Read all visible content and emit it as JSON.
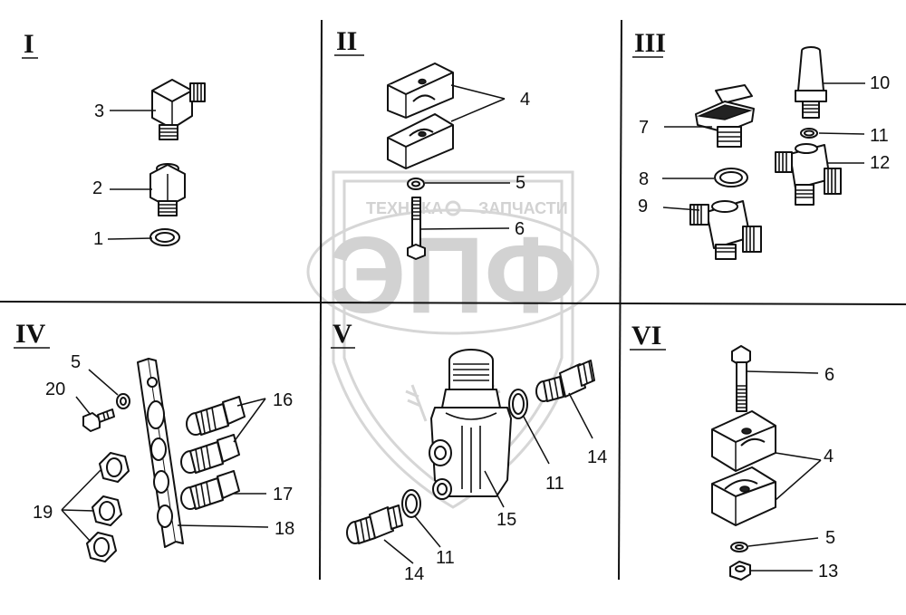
{
  "sections": [
    {
      "numeral": "I"
    },
    {
      "numeral": "II"
    },
    {
      "numeral": "III"
    },
    {
      "numeral": "IV"
    },
    {
      "numeral": "V"
    },
    {
      "numeral": "VI"
    }
  ],
  "callouts": {
    "s1": [
      "3",
      "2",
      "1"
    ],
    "s2": [
      "4",
      "5",
      "6"
    ],
    "s3": [
      "10",
      "7",
      "11",
      "12",
      "8",
      "9"
    ],
    "s4": [
      "5",
      "20",
      "16",
      "17",
      "19",
      "18"
    ],
    "s5": [
      "11",
      "14",
      "15",
      "14",
      "11"
    ],
    "s6": [
      "6",
      "4",
      "5",
      "13"
    ]
  },
  "watermark": {
    "brand_left": "ТЕХНИКА",
    "brand_right": "ЗАПЧАСТИ",
    "logo": "ЭПФ"
  }
}
